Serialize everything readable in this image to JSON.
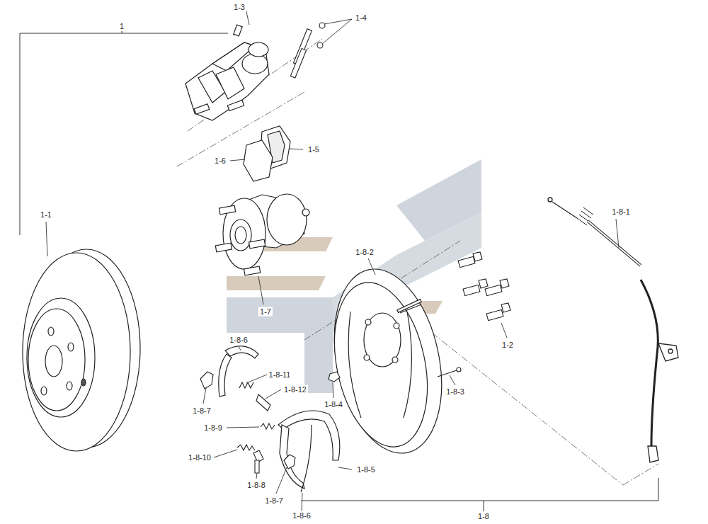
{
  "diagram": {
    "labels": [
      "1",
      "1-3",
      "1-4",
      "1-5",
      "1-6",
      "1-1",
      "1-7",
      "1-8-1",
      "1-8-2",
      "1-2",
      "1-8-6",
      "1-8-11",
      "1-8-12",
      "1-8-7",
      "1-8-4",
      "1-8-3",
      "1-8-9",
      "1-8-10",
      "1-8-8",
      "1-8-5",
      "1-8-7",
      "1-8-6",
      "1-8"
    ]
  }
}
